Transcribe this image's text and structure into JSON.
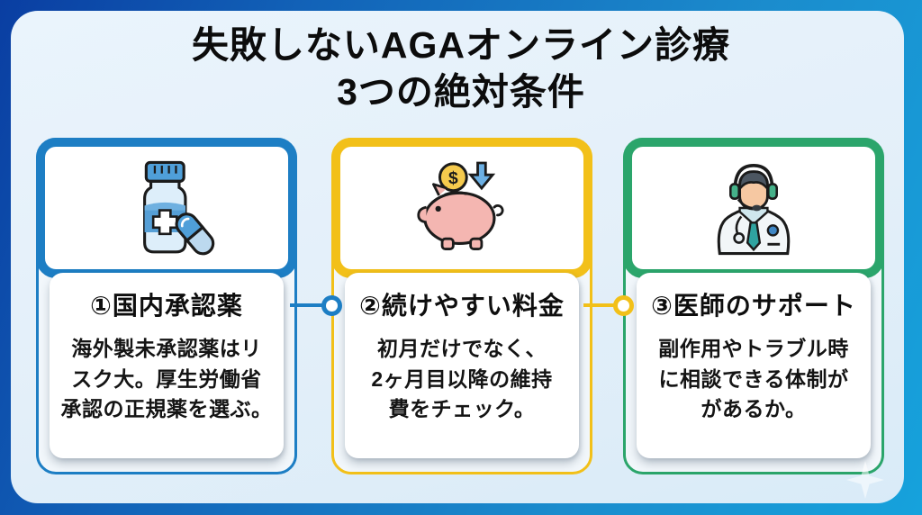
{
  "title": {
    "line1": "失敗しないAGAオンライン診療",
    "line2": "3つの絶対条件"
  },
  "cards": [
    {
      "heading": "①国内承認薬",
      "body_lines": [
        "海外製未承認薬はリ",
        "スク大。厚生労働省",
        "承認の正規薬を選ぶ。"
      ],
      "icon": "medicine-bottle-icon",
      "accent_color": "#1d7ec4"
    },
    {
      "heading": "②続けやすい料金",
      "body_lines": [
        "初月だけでなく、",
        "2ヶ月目以降の維持",
        "費をチェック。"
      ],
      "icon": "piggy-bank-icon",
      "accent_color": "#f2c019"
    },
    {
      "heading": "③医師のサポート",
      "body_lines": [
        "副作用やトラブル時",
        "に相談できる体制が",
        "があるか。"
      ],
      "icon": "doctor-headset-icon",
      "accent_color": "#2ba56b"
    }
  ],
  "icons": {
    "coin_symbol": "$"
  },
  "colors": {
    "background_gradient_start": "#0a3ea2",
    "background_gradient_end": "#16a2dc",
    "panel_background": "#e6f1fa",
    "card_blue": "#1d7ec4",
    "card_yellow": "#f2c019",
    "card_green": "#2ba56b",
    "text": "#0c0c0c"
  },
  "decorations": {
    "sparkle": "four-point-star"
  }
}
